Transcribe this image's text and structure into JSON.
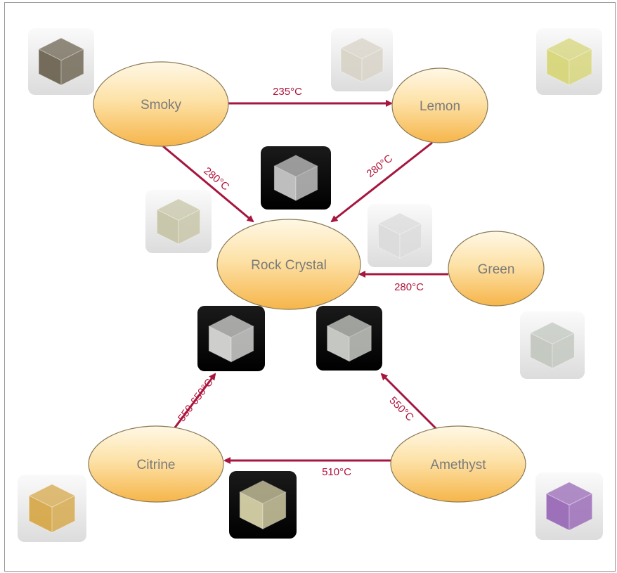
{
  "colors": {
    "arrow": "#a6163f",
    "edge_label": "#b0123a",
    "node_fill_top": "#fff8e6",
    "node_fill_bottom": "#f6b54a",
    "node_stroke": "#8a7a55",
    "node_text": "#7a7a7a"
  },
  "nodes": {
    "smoky": "Smoky",
    "lemon": "Lemon",
    "rock_crystal": "Rock Crystal",
    "green": "Green",
    "citrine": "Citrine",
    "amethyst": "Amethyst"
  },
  "edges": [
    {
      "from": "Smoky",
      "to": "Lemon",
      "label": "235°C"
    },
    {
      "from": "Smoky",
      "to": "Rock Crystal",
      "label": "280°C"
    },
    {
      "from": "Lemon",
      "to": "Rock Crystal",
      "label": "280°C"
    },
    {
      "from": "Green",
      "to": "Rock Crystal",
      "label": "280°C"
    },
    {
      "from": "Amethyst",
      "to": "Rock Crystal",
      "label": "550°C"
    },
    {
      "from": "Citrine",
      "to": "Rock Crystal",
      "label": "550-650°C"
    },
    {
      "from": "Amethyst",
      "to": "Citrine",
      "label": "510°C"
    }
  ],
  "crystal_images": [
    {
      "name": "smoky-crystal-image",
      "tint": "#6e6553"
    },
    {
      "name": "lemon-banded-crystal-image",
      "tint": "#d9d4c8"
    },
    {
      "name": "lemon-crystal-image",
      "tint": "#d8d77a"
    },
    {
      "name": "rock-crystal-image",
      "tint": "#c8c8c8"
    },
    {
      "name": "smoky-to-rock-crystal-image",
      "tint": "#c8c6a8"
    },
    {
      "name": "lemon-to-rock-crystal-image",
      "tint": "#dcdcdc"
    },
    {
      "name": "green-crystal-image",
      "tint": "#c3c8c0"
    },
    {
      "name": "citrine-to-rock-crystal-image",
      "tint": "#d9dad8"
    },
    {
      "name": "amethyst-to-rock-crystal-image",
      "tint": "#cfd2cc"
    },
    {
      "name": "citrine-crystal-image",
      "tint": "#d7a94a"
    },
    {
      "name": "amethyst-to-citrine-image",
      "tint": "#d8d2a8"
    },
    {
      "name": "amethyst-crystal-image",
      "tint": "#9a6ab8"
    }
  ]
}
